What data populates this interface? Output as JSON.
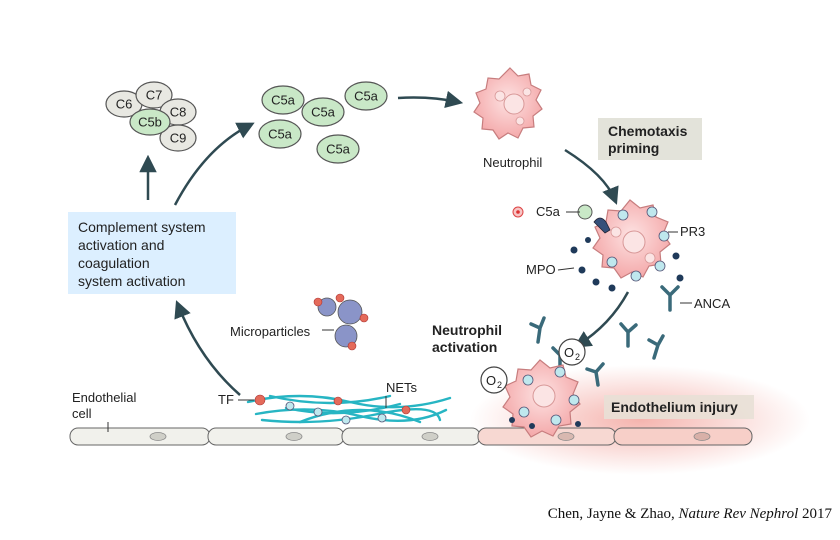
{
  "complement": {
    "mac_proteins": [
      "C6",
      "C7",
      "C8",
      "C5b",
      "C9"
    ],
    "c5a_labels": [
      "C5a",
      "C5a",
      "C5a",
      "C5a",
      "C5a"
    ]
  },
  "labels": {
    "complement_box": [
      "Complement system",
      "activation and",
      "coagulation",
      "system activation"
    ],
    "neutrophil": "Neutrophil",
    "chemotaxis_box": [
      "Chemotaxis",
      "priming"
    ],
    "c5a_receptor": "C5a",
    "pr3": "PR3",
    "mpo": "MPO",
    "anca": "ANCA",
    "neutrophil_activation": [
      "Neutrophil",
      "activation"
    ],
    "o2": "O",
    "o2_sub": "2",
    "endothelium_injury": "Endothelium injury",
    "microparticles": "Microparticles",
    "endothelial_cell": [
      "Endothelial",
      "cell"
    ],
    "tf": "TF",
    "nets": "NETs"
  },
  "citation": {
    "authors": "Chen, Jayne & Zhao, ",
    "journal": "Nature Rev Nephrol",
    "year": " 2017"
  },
  "colors": {
    "arrow": "#2f4a52",
    "c5a_fill": "#c9e8c7",
    "mac_fill": "#e8e8e2",
    "neutrophil_fill": "#f7b8b8",
    "box_blue": "#dcefff",
    "box_grey": "#e3e3da",
    "anca": "#3a6a7a",
    "mpo_dot": "#1f3a5a",
    "nets": "#27b5c3",
    "injury_glow": "#f3a7a0"
  }
}
